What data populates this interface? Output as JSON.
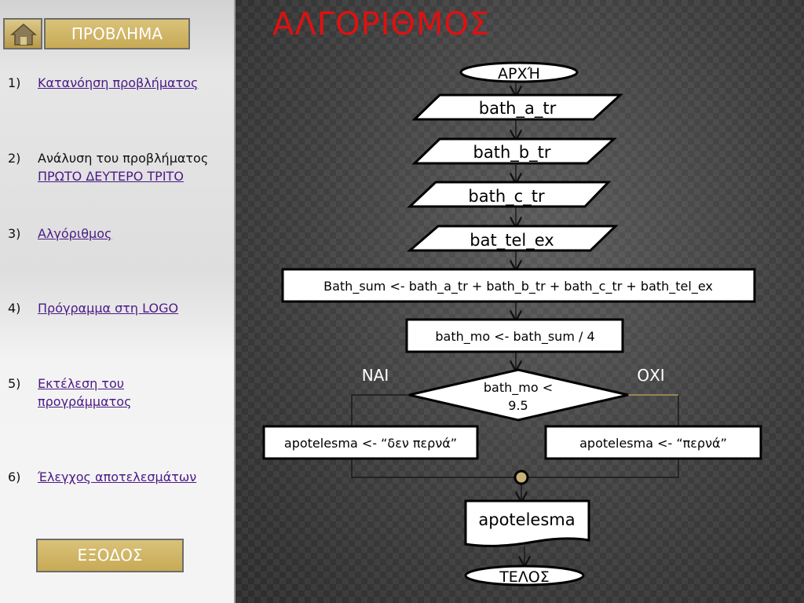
{
  "sidebar": {
    "home_icon": "home-icon",
    "problem_button": "ΠΡΟΒΛΗΜΑ",
    "items": [
      {
        "num": "1)",
        "text": "",
        "link": "Κατανόηση προβλήματος"
      },
      {
        "num": "2)",
        "text": "Ανάλυση του προβλήματος",
        "link": "ΠΡΩΤΟ ΔΕΥΤΕΡΟ ΤΡΙΤΟ"
      },
      {
        "num": "3)",
        "text": "",
        "link": "Αλγόριθμος"
      },
      {
        "num": "4)",
        "text": "",
        "link": "Πρόγραμμα στη LOGO"
      },
      {
        "num": "5)",
        "text": "",
        "link": "Εκτέλεση του προγράμματος"
      },
      {
        "num": "6)",
        "text": "",
        "link": "Έλεγχος αποτελεσμάτων"
      }
    ],
    "exit_button": "ΕΞΟΔΟΣ"
  },
  "main": {
    "title": "ΑΛΓΟΡΙΘΜΟΣ",
    "title_color": "#e01010"
  },
  "flowchart": {
    "start": "ΑΡΧΉ",
    "inputs": [
      "bath_a_tr",
      "bath_b_tr",
      "bath_c_tr",
      "bat_tel_ex"
    ],
    "sum_step": "Bath_sum <- bath_a_tr + bath_b_tr + bath_c_tr + bath_tel_ex",
    "mean_step": "bath_mo <- bath_sum / 4",
    "decision_line1": "bath_mo <",
    "decision_line2": "9.5",
    "yes_label": "ΝΑΙ",
    "no_label": "ΟΧΙ",
    "yes_branch": "apotelesma <- “δεν περνά”",
    "no_branch": "apotelesma <- “περνά”",
    "output": "apotelesma",
    "end": "ΤΕΛΟΣ"
  }
}
